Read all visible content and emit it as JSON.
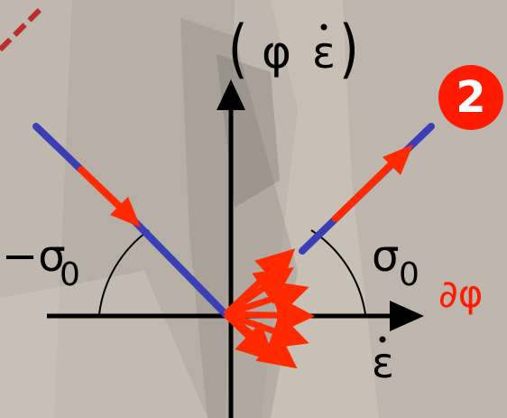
{
  "diagram": {
    "y_axis_label": "φ",
    "y_axis_arg": "ε",
    "x_axis_label": "ε",
    "left_slope_label": "−σ",
    "left_slope_sub": "0",
    "right_slope_label": "σ",
    "right_slope_sub": "0",
    "subdifferential_label": "∂φ",
    "step_badge": "2"
  },
  "colors": {
    "axis": "#000000",
    "line": "#3b3fb6",
    "arrow": "#ff2a00",
    "badge": "#ff1a00",
    "background": "#c9c0b6"
  }
}
